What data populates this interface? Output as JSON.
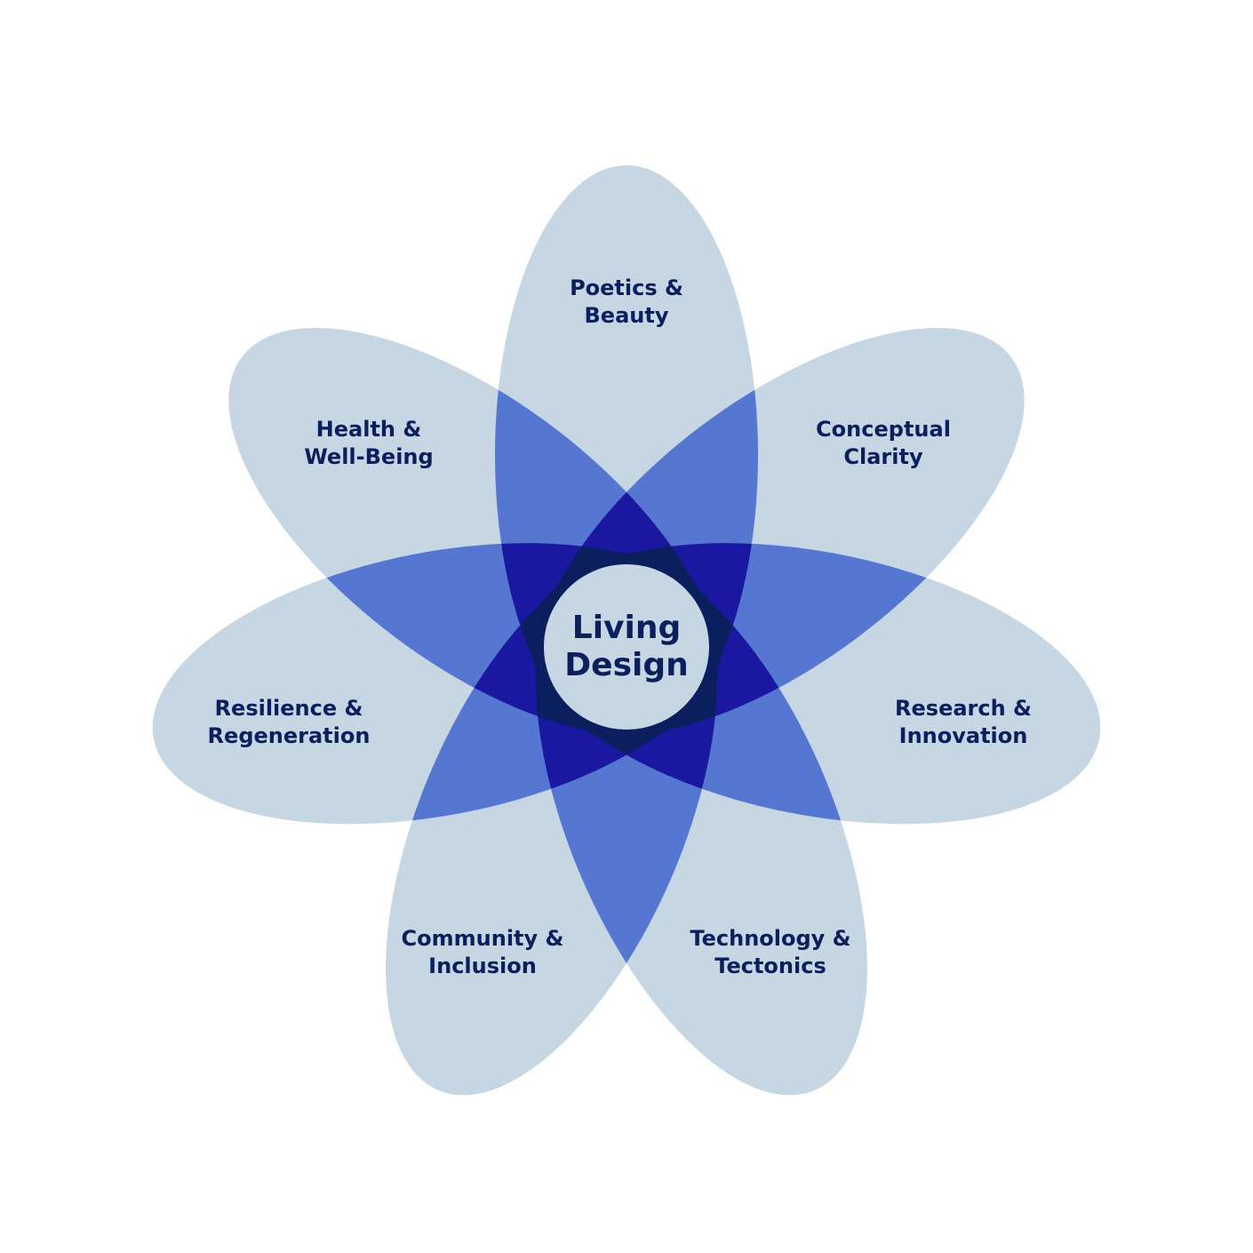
{
  "colors": {
    "single": "#c6d6e3",
    "double": "#5677d1",
    "triple": "#1a18a0",
    "quad": "#0b1f5e",
    "text": "#0b1f5e",
    "center_fill": "#c6d6e3"
  },
  "center": {
    "line1": "Living",
    "line2": "Design"
  },
  "petals": [
    {
      "line1": "Poetics &",
      "line2": "Beauty",
      "angle_deg": -90
    },
    {
      "line1": "Conceptual",
      "line2": "Clarity",
      "angle_deg": -37
    },
    {
      "line1": "Research &",
      "line2": "Innovation",
      "angle_deg": 11
    },
    {
      "line1": "Technology &",
      "line2": "Tectonics",
      "angle_deg": 67
    },
    {
      "line1": "Community &",
      "line2": "Inclusion",
      "angle_deg": 113
    },
    {
      "line1": "Resilience &",
      "line2": "Regeneration",
      "angle_deg": 169
    },
    {
      "line1": "Health &",
      "line2": "Well-Being",
      "angle_deg": 217
    }
  ]
}
